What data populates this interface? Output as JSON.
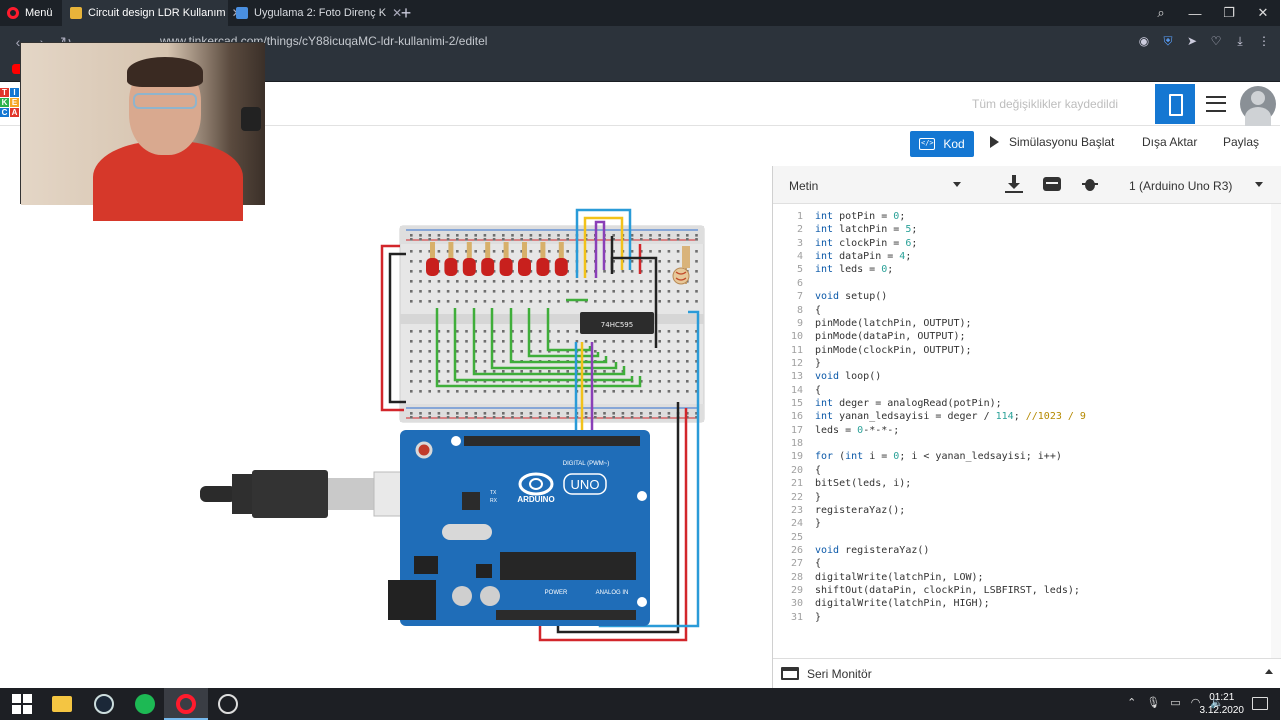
{
  "browser": {
    "menu_label": "Menü",
    "tabs": [
      {
        "label": "Circuit design LDR Kullanım",
        "active": true,
        "favicon_color": "#e8b43a"
      },
      {
        "label": "Uygulama 2: Foto Direnç K",
        "active": false,
        "favicon_color": "#4a8fe0"
      }
    ],
    "url": "www.tinkercad.com/things/cY88icuqaMC-ldr-kullanimi-2/editel"
  },
  "header": {
    "saved_text": "Tüm değişiklikler kaydedildi"
  },
  "toolbar": {
    "code_label": "Kod",
    "simulate_label": "Simülasyonu Başlat",
    "export_label": "Dışa Aktar",
    "share_label": "Paylaş"
  },
  "code_panel": {
    "mode": "Metin",
    "board": "1 (Arduino Uno R3)",
    "serial_label": "Seri Monitör",
    "lines": [
      "int potPin = 0;",
      "int latchPin = 5;",
      "int clockPin = 6;",
      "int dataPin = 4;",
      "int leds = 0;",
      "",
      "void setup()",
      "{",
      "pinMode(latchPin, OUTPUT);",
      "pinMode(dataPin, OUTPUT);",
      "pinMode(clockPin, OUTPUT);",
      "}",
      "void loop()",
      "{",
      "int deger = analogRead(potPin);",
      "int yanan_ledsayisi = deger / 114; //1023 / 9",
      "leds = 0-*-*-;",
      "",
      "for (int i = 0; i < yanan_ledsayisi; i++)",
      "{",
      "bitSet(leds, i);",
      "}",
      "registeraYaz();",
      "}",
      "",
      "void registeraYaz()",
      "{",
      "digitalWrite(latchPin, LOW);",
      "shiftOut(dataPin, clockPin, LSBFIRST, leds);",
      "digitalWrite(latchPin, HIGH);",
      "}"
    ]
  },
  "circuit": {
    "chip_label": "74HC595",
    "board_labels": {
      "brand": "ARDUINO",
      "model": "UNO",
      "digital": "DIGITAL (PWM~)",
      "power": "POWER",
      "analog": "ANALOG IN",
      "tx": "TX",
      "rx": "RX"
    },
    "led_count": 8,
    "colors": {
      "board": "#1f6db8",
      "breadboard": "#e7e7e7",
      "led": "#c8201d",
      "wire_green": "#3fae3a",
      "wire_yellow": "#f2c21a",
      "wire_blue": "#2a9bd8",
      "wire_red": "#d2262b",
      "wire_black": "#222222",
      "wire_purple": "#8a3fb8"
    }
  },
  "taskbar": {
    "time": "01:21",
    "date": "3.12.2020"
  }
}
